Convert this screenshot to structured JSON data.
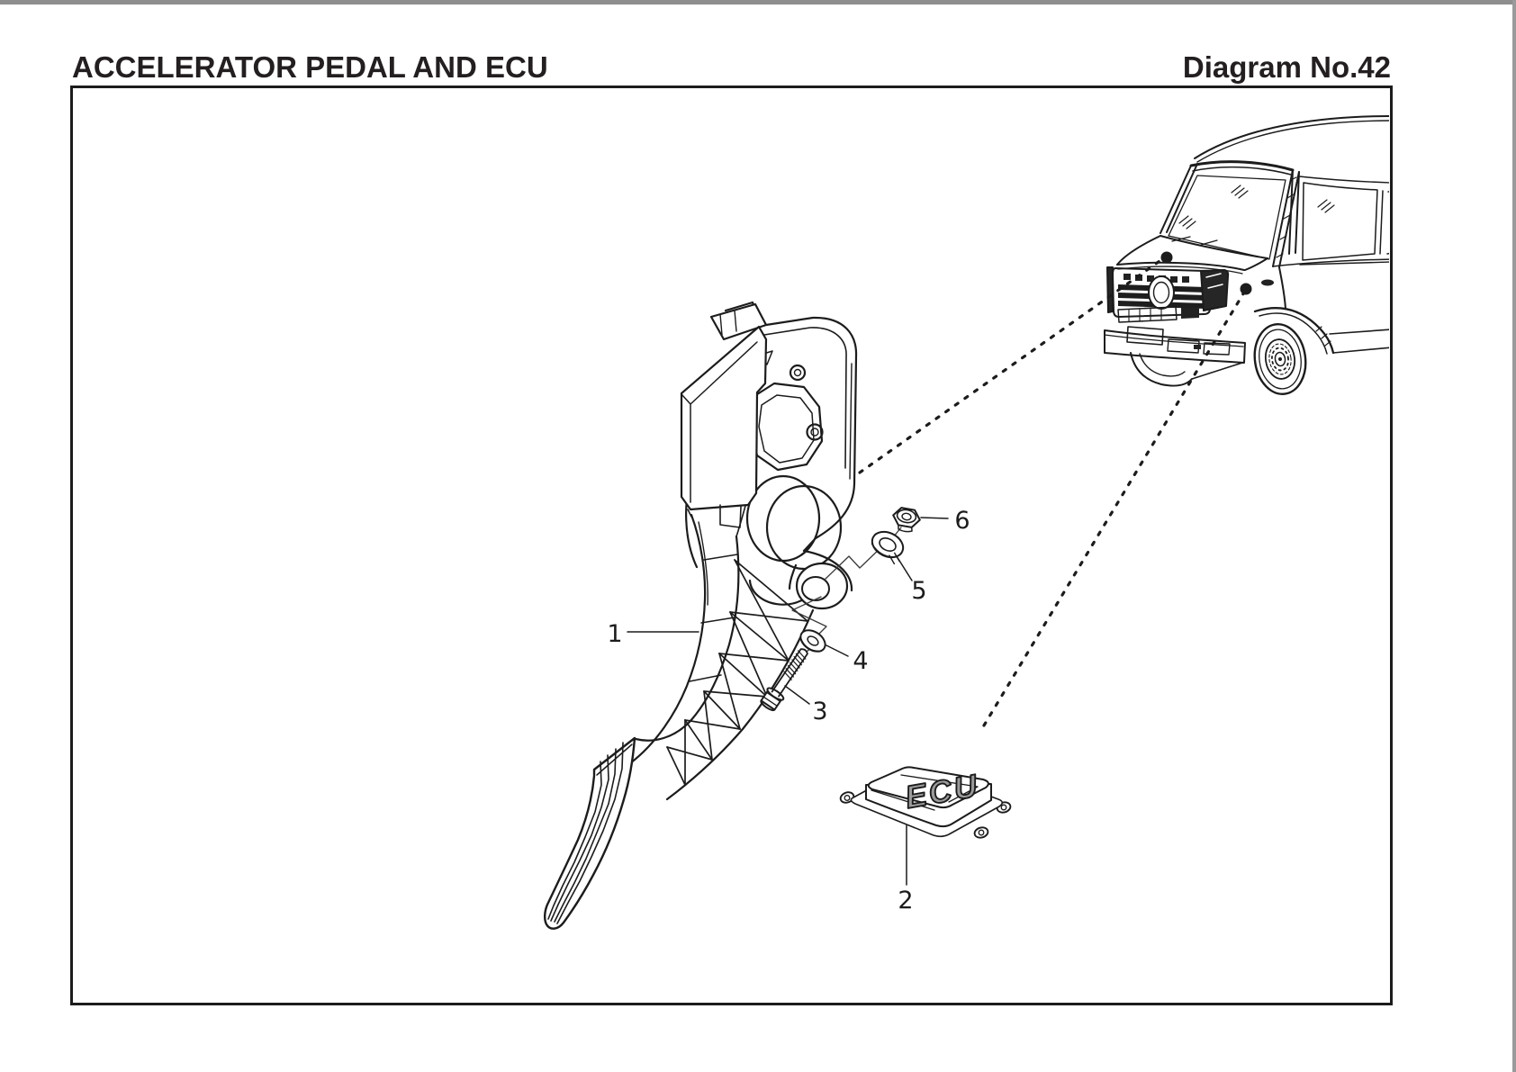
{
  "header": {
    "title": "ACCELERATOR PEDAL AND ECU",
    "diagram_number": "Diagram No.42"
  },
  "figure": {
    "ecu_text": "ECU",
    "callouts": [
      {
        "label": "1"
      },
      {
        "label": "2"
      },
      {
        "label": "3"
      },
      {
        "label": "4"
      },
      {
        "label": "5"
      },
      {
        "label": "6"
      }
    ]
  },
  "colors": {
    "line": "#1c1c1c",
    "ecu_text": "#9b9b9b",
    "edge_gray": "#8e8e8e",
    "background": "#ffffff"
  }
}
